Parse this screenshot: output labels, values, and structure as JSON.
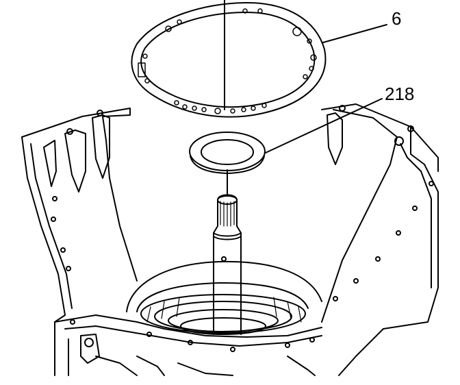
{
  "diagram": {
    "callouts": [
      {
        "id": "6",
        "text": "6"
      },
      {
        "id": "218",
        "text": "218"
      }
    ],
    "colors": {
      "ink": "#000000",
      "paper": "#ffffff"
    }
  }
}
